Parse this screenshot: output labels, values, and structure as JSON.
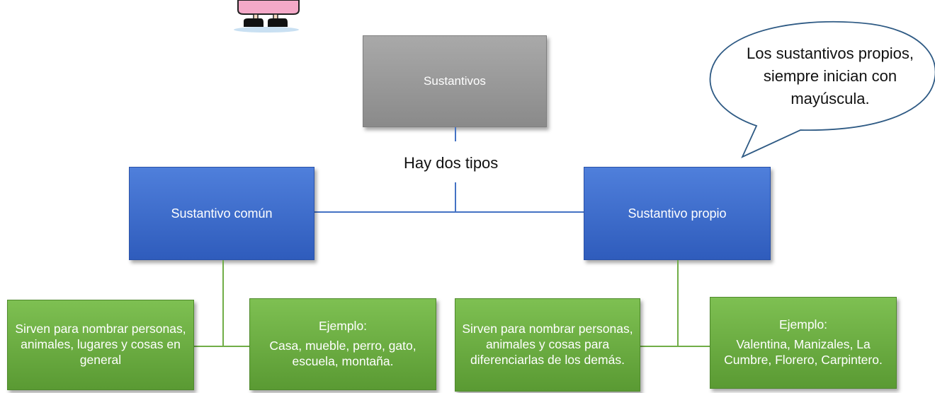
{
  "root": {
    "label": "Sustantivos"
  },
  "connector": {
    "label": "Hay dos tipos"
  },
  "branches": [
    {
      "label": "Sustantivo común",
      "definition": "Sirven para nombrar personas, animales, lugares y cosas en general",
      "example_title": "Ejemplo:",
      "example_text": "Casa, mueble, perro, gato, escuela, montaña."
    },
    {
      "label": "Sustantivo propio",
      "definition": "Sirven para nombrar personas, animales y cosas para diferenciarlas de los demás.",
      "example_title": "Ejemplo:",
      "example_text": "Valentina, Manizales, La Cumbre, Florero, Carpintero."
    }
  ],
  "callout": {
    "text": "Los sustantivos propios, siempre inician con mayúscula."
  },
  "colors": {
    "root": "#999999",
    "type_box": "#4472c4",
    "detail_box": "#70ad47",
    "blue_line": "#4472c4",
    "green_line": "#70ad47"
  }
}
